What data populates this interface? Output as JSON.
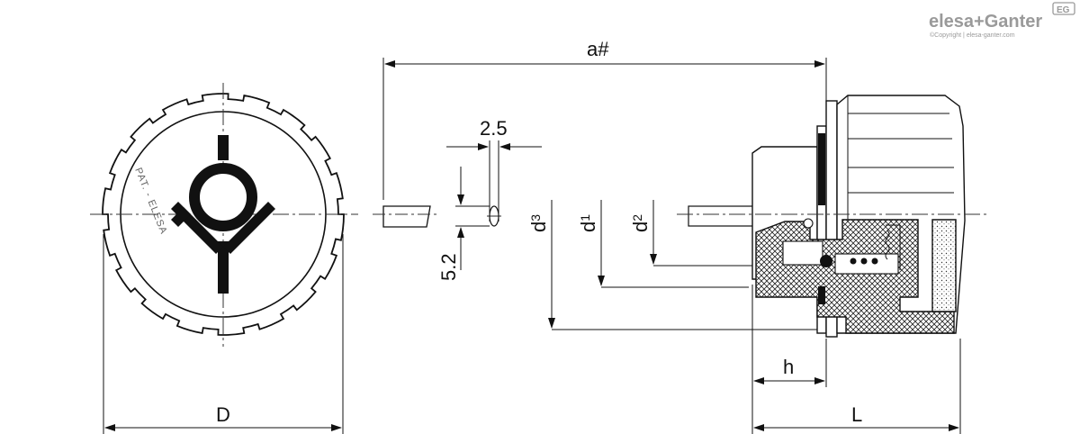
{
  "brand": {
    "name": "elesa+Ganter",
    "copyright": "©Copyright | elesa-ganter.com",
    "badge": "EG"
  },
  "front_view": {
    "marking_line1": "PAT. - ELESA"
  },
  "dimensions": {
    "a": "a#",
    "thickness": "2.5",
    "height": "5.2",
    "d1_base": "d",
    "d1_sub": "1",
    "d2_base": "d",
    "d2_sub": "2",
    "d3_base": "d",
    "d3_sub": "3",
    "h": "h",
    "D": "D",
    "L": "L"
  },
  "colors": {
    "line": "#111111",
    "center_line": "#333333",
    "logo": "#9a9a9a",
    "hatch": "#222222"
  }
}
